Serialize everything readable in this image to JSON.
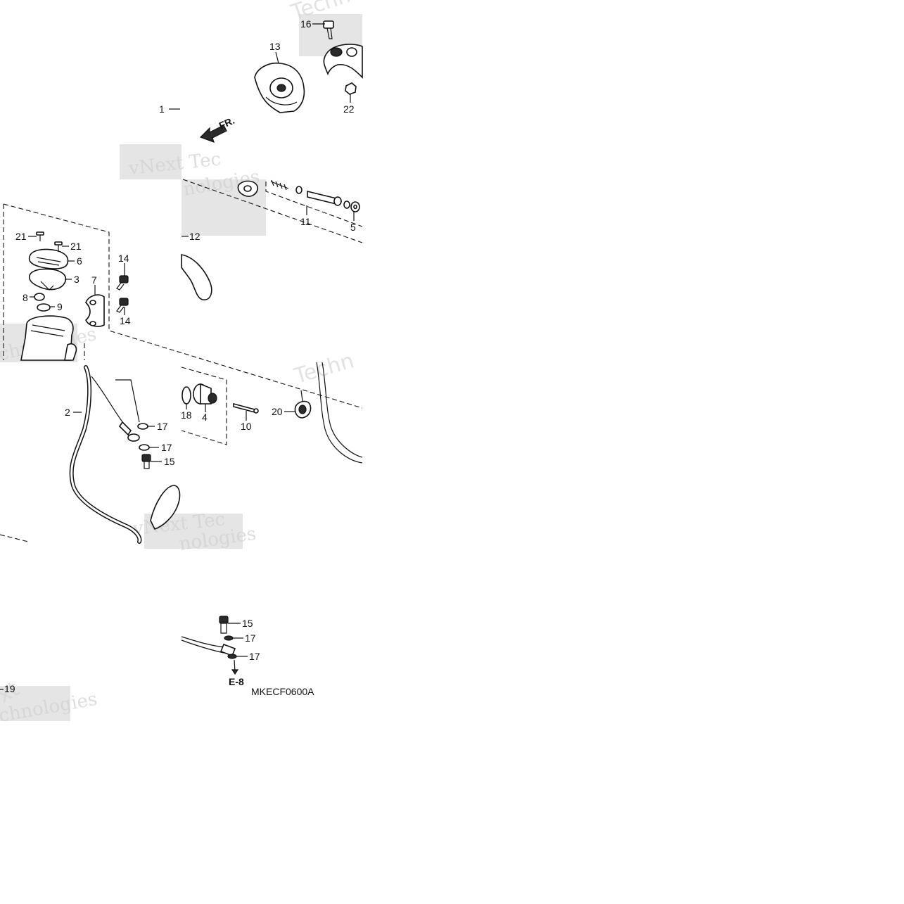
{
  "diagram": {
    "direction_label": "FR.",
    "section_ref": "E-8",
    "drawing_code": "MKECF0600A",
    "callouts": {
      "c1": "1",
      "c2": "2",
      "c3": "3",
      "c4": "4",
      "c5": "5",
      "c6": "6",
      "c7": "7",
      "c8": "8",
      "c9": "9",
      "c10": "10",
      "c11": "11",
      "c12": "12",
      "c13": "13",
      "c14a": "14",
      "c14b": "14",
      "c15a": "15",
      "c15b": "15",
      "c16": "16",
      "c17a": "17",
      "c17b": "17",
      "c17c": "17",
      "c17d": "17",
      "c18": "18",
      "c19": "19",
      "c20": "20",
      "c21a": "21",
      "c21b": "21",
      "c22": "22"
    },
    "watermarks": {
      "w1": "Techno",
      "w2": "vNext Tec",
      "w3": "nologies",
      "w4": "chnologies",
      "w5": "Techn",
      "w6": "vNext Tec",
      "w7": "nologies",
      "w8": "xt",
      "w9": "chnologies"
    }
  }
}
